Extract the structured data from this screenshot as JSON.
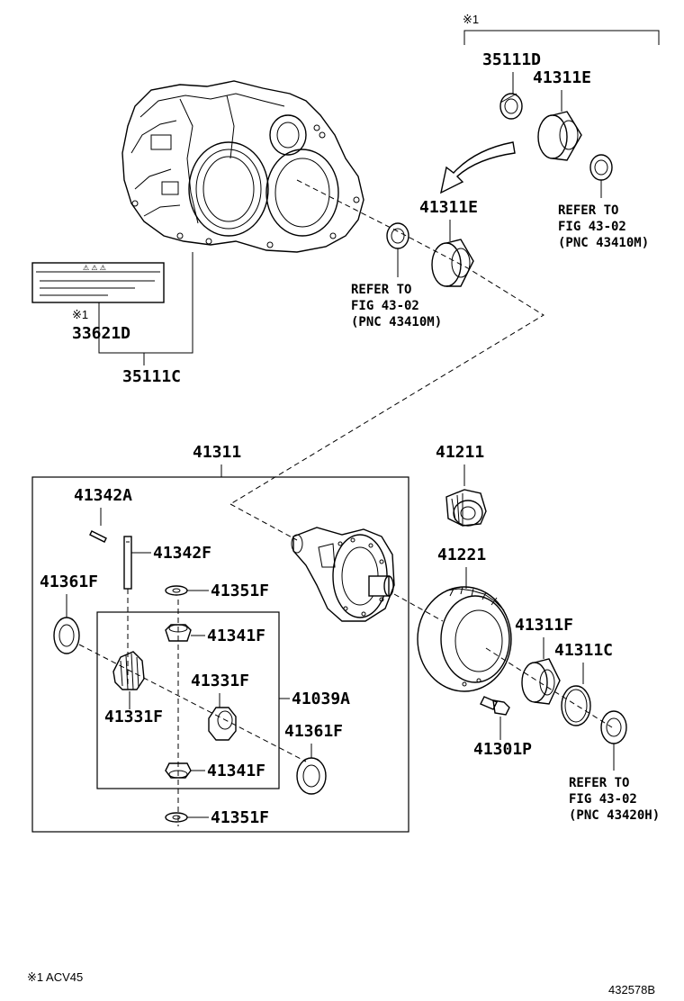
{
  "notes": {
    "variant_mark": "※1",
    "variant_legend": "※1 ACV45",
    "illustration_id": "432578B"
  },
  "callouts": {
    "p35111D": "35111D",
    "p41311E_top": "41311E",
    "p41311E_mid": "41311E",
    "p33621D": "33621D",
    "p35111C": "35111C",
    "p41311": "41311",
    "p41342A": "41342A",
    "p41342F": "41342F",
    "p41361F_left": "41361F",
    "p41351F_top": "41351F",
    "p41341F_top": "41341F",
    "p41331F_right": "41331F",
    "p41331F_left": "41331F",
    "p41039A": "41039A",
    "p41361F_right": "41361F",
    "p41341F_bottom": "41341F",
    "p41351F_bottom": "41351F",
    "p41211": "41211",
    "p41221": "41221",
    "p41311F": "41311F",
    "p41311C": "41311C",
    "p41301P": "41301P"
  },
  "references": {
    "ref_top": {
      "line1": "REFER TO",
      "line2": "FIG 43-02",
      "line3": "(PNC 43410M)"
    },
    "ref_mid": {
      "line1": "REFER TO",
      "line2": "FIG 43-02",
      "line3": "(PNC 43410M)"
    },
    "ref_bottom": {
      "line1": "REFER TO",
      "line2": "FIG 43-02",
      "line3": "(PNC 43420H)"
    }
  },
  "label_plate": {
    "line1": "⚠ ⚠ ⚠"
  }
}
